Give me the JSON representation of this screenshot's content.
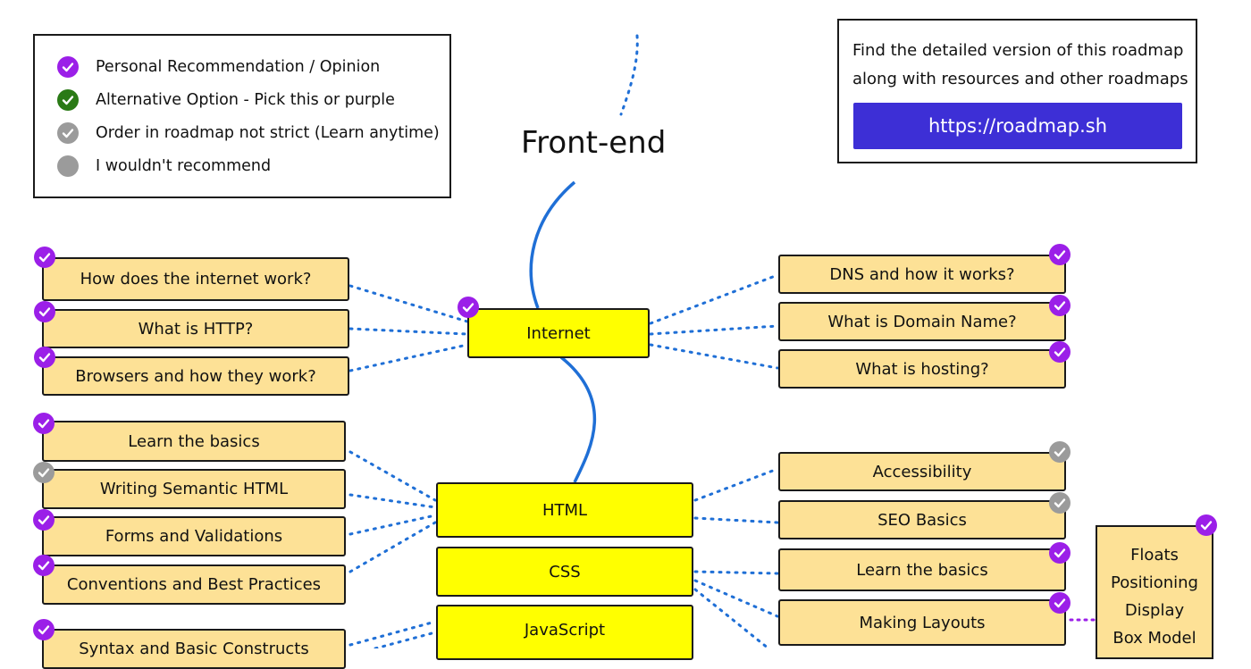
{
  "title": "Front-end",
  "legend": [
    {
      "label": "Personal Recommendation / Opinion",
      "marker": "purple-check"
    },
    {
      "label": "Alternative Option - Pick this or purple",
      "marker": "green-check"
    },
    {
      "label": "Order in roadmap not strict (Learn anytime)",
      "marker": "gray-check"
    },
    {
      "label": "I wouldn't recommend",
      "marker": "gray-dot"
    }
  ],
  "promo": {
    "line1": "Find the detailed version of this roadmap",
    "line2": "along with resources and other roadmaps",
    "link": "https://roadmap.sh"
  },
  "main": {
    "internet": "Internet",
    "html": "HTML",
    "css": "CSS",
    "javascript": "JavaScript"
  },
  "internet_left": [
    "How does the internet work?",
    "What is HTTP?",
    "Browsers and how they work?"
  ],
  "internet_right": [
    "DNS and how it works?",
    "What is Domain Name?",
    "What is hosting?"
  ],
  "html_left": [
    "Learn the basics",
    "Writing Semantic HTML",
    "Forms and Validations",
    "Conventions and Best Practices"
  ],
  "html_right": [
    "Accessibility",
    "SEO Basics"
  ],
  "css_right": [
    "Learn the basics",
    "Making Layouts"
  ],
  "layout_topics": [
    "Floats",
    "Positioning",
    "Display",
    "Box Model"
  ],
  "js_left": [
    "Syntax and Basic Constructs"
  ],
  "colors": {
    "topic": "#fde196",
    "main": "#ffff00",
    "purple": "#9b1fe8",
    "green": "#2a7a16",
    "gray": "#9b9b9b",
    "connector": "#1f6fd6",
    "link_bg": "#3d2fd6"
  }
}
